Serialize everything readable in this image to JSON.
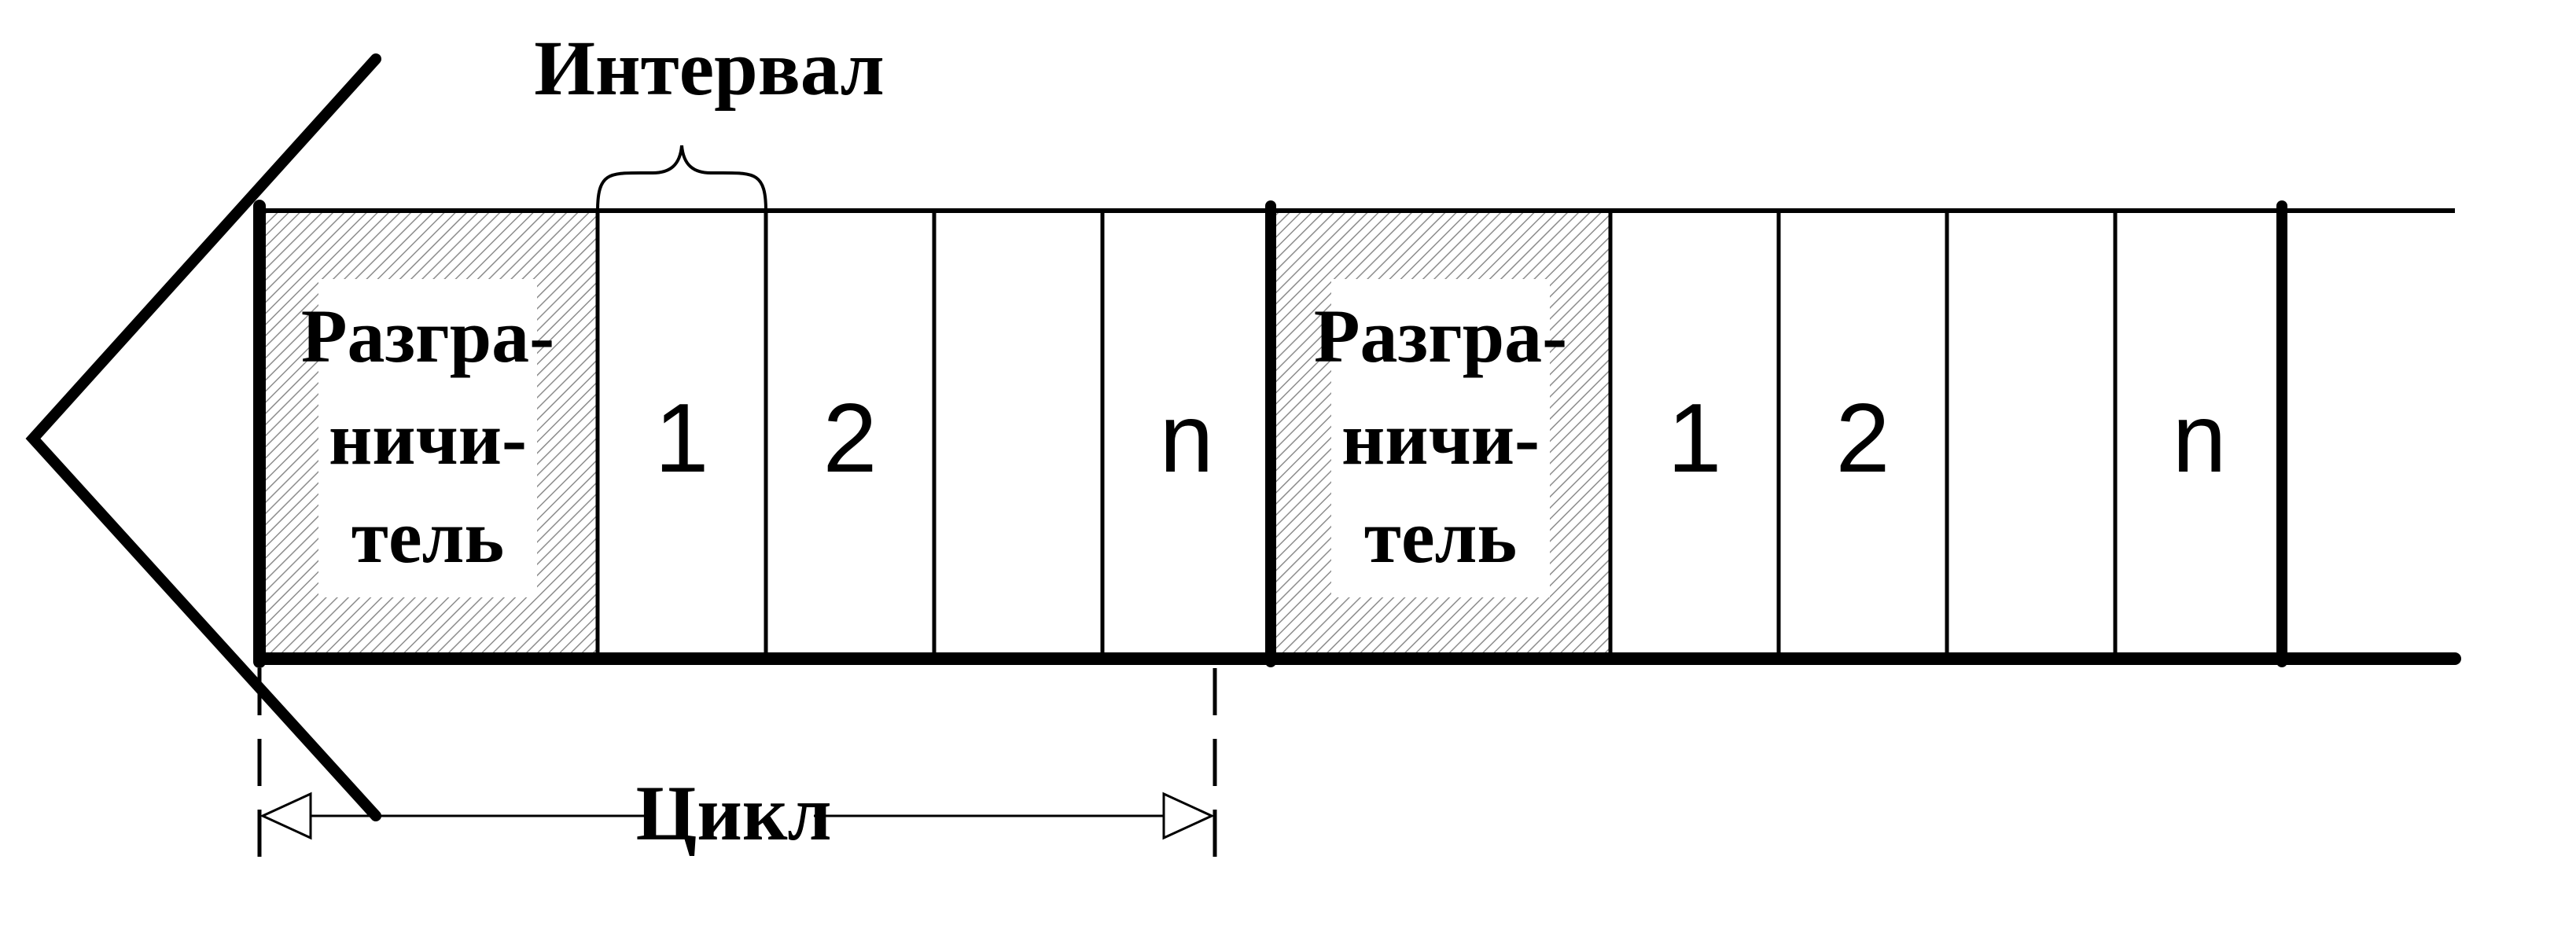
{
  "labels": {
    "interval": "Интервал",
    "cycle": "Цикл",
    "delimiter_line1": "Разгра-",
    "delimiter_line2": "ничи-",
    "delimiter_line3": "тель"
  },
  "frames": [
    {
      "delimiter": [
        "Разгра-",
        "ничи-",
        "тель"
      ],
      "slots": [
        "1",
        "2",
        "",
        "n"
      ]
    },
    {
      "delimiter": [
        "Разгра-",
        "ничи-",
        "тель"
      ],
      "slots": [
        "1",
        "2",
        "",
        "n"
      ]
    }
  ],
  "colors": {
    "line": "#000000",
    "hatch": "#8c8c8c",
    "background": "#ffffff"
  }
}
